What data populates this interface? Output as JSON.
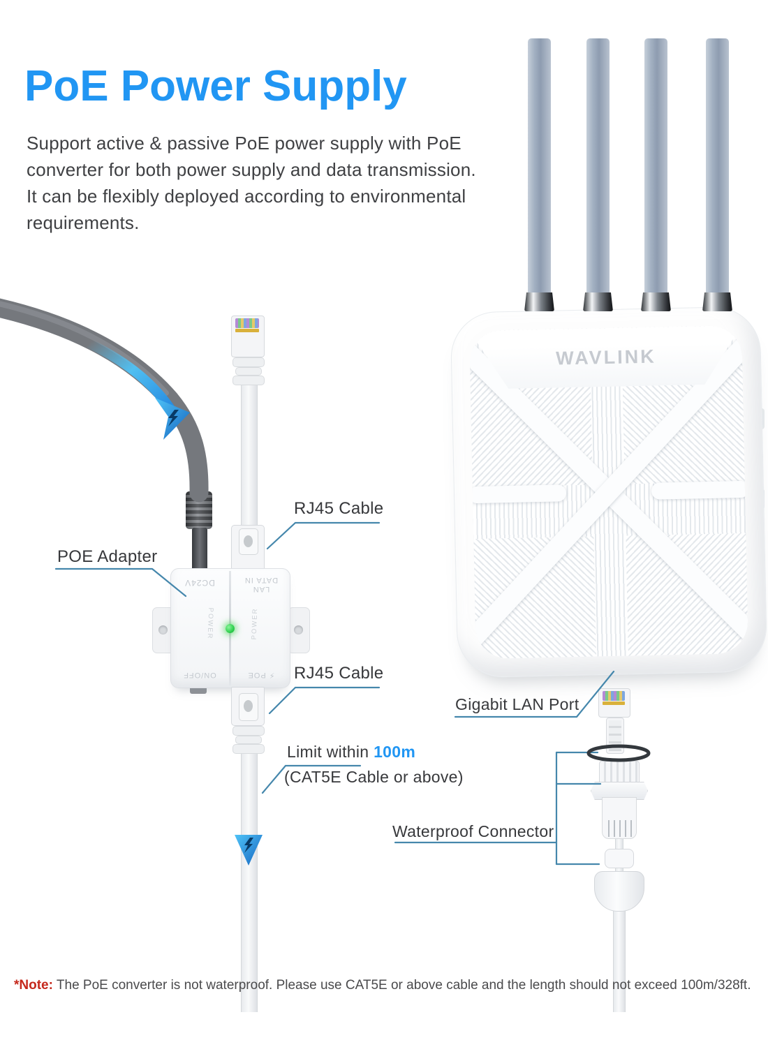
{
  "header": {
    "title": "PoE Power Supply",
    "description_lines": [
      "Support active & passive PoE power supply with PoE",
      "converter for both power supply and data transmission.",
      "It can be flexibly deployed according to environmental",
      "requirements."
    ]
  },
  "device": {
    "brand": "WAVLINK"
  },
  "adapter": {
    "port_dc": "DC24V",
    "lan_line1": "LAN",
    "lan_line2": "DATA IN",
    "switch": "ON/OFF",
    "port_poe": "POE",
    "led_left": "POWER",
    "led_right": "POWER"
  },
  "icons": {
    "lightning": "⚡"
  },
  "callouts": {
    "rj45_cable_top": "RJ45 Cable",
    "poe_adapter": "POE Adapter",
    "rj45_cable_bottom": "RJ45 Cable",
    "limit_prefix": "Limit within",
    "limit_value": "100m",
    "limit_suffix": "(CAT5E Cable or above)",
    "gigabit_lan_port": "Gigabit LAN Port",
    "waterproof_connector": "Waterproof Connector"
  },
  "footer": {
    "note_label": "*Note:",
    "note_text": "The PoE converter is not waterproof. Please use CAT5E or above cable and the length should not exceed 100m/328ft."
  },
  "colors": {
    "accent_blue": "#2196f3",
    "callout_line": "#4587ac",
    "arrow_blue": "#1e88e5",
    "arrow_light": "#4fc3f7",
    "led_green": "#3fd24d",
    "note_red": "#c5281c",
    "antenna_gray": "#9aa8bb",
    "cable_gray": "#75787d"
  }
}
